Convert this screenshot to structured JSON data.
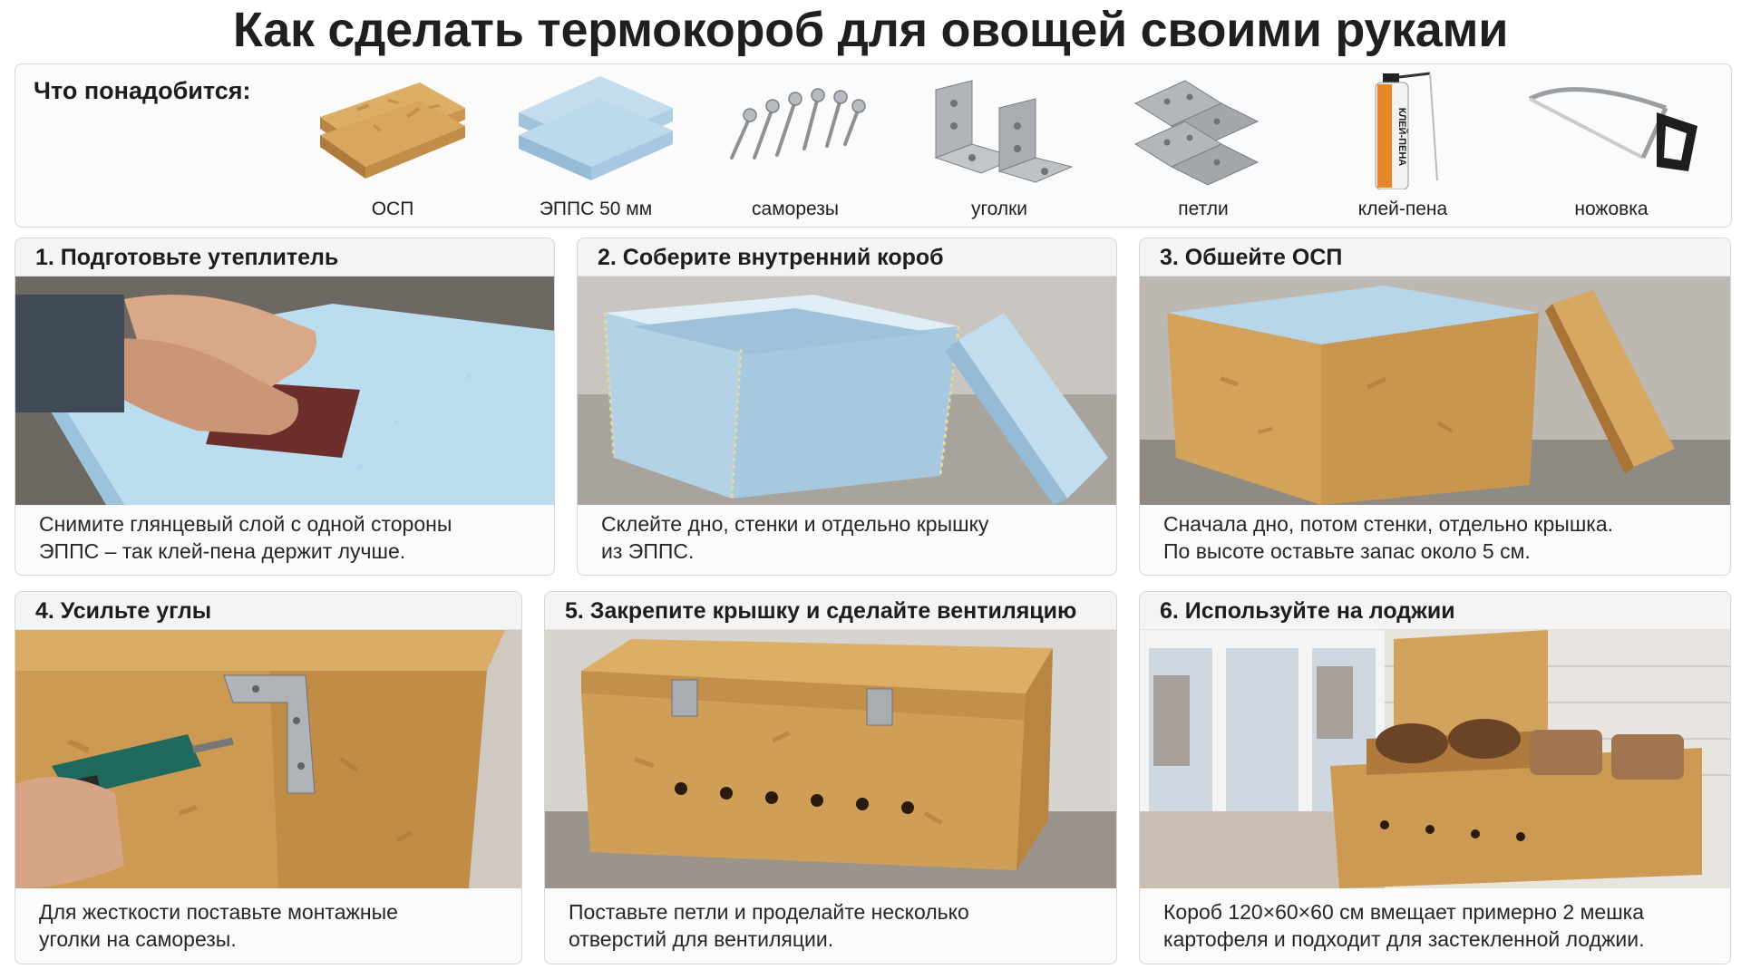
{
  "title": "Как сделать термокороб для овощей своими руками",
  "materials": {
    "heading": "Что понадобится:",
    "items": [
      {
        "label": "ОСП",
        "icon": "osb-boards-icon"
      },
      {
        "label": "ЭППС 50 мм",
        "icon": "xps-foam-icon"
      },
      {
        "label": "саморезы",
        "icon": "screws-icon"
      },
      {
        "label": "уголки",
        "icon": "corner-brackets-icon"
      },
      {
        "label": "петли",
        "icon": "hinges-icon"
      },
      {
        "label": "клей-пена",
        "icon": "foam-glue-can-icon",
        "can_text": "КЛЕЙ-ПЕНА"
      },
      {
        "label": "ножовка",
        "icon": "hacksaw-icon"
      }
    ]
  },
  "steps": [
    {
      "title": "1. Подготовьте утеплитель",
      "lines": [
        "Снимите глянцевый слой с одной стороны",
        "ЭППС – так клей-пена держит лучше."
      ]
    },
    {
      "title": "2. Соберите внутренний короб",
      "lines": [
        "Склейте дно, стенки и отдельно крышку",
        "из ЭППС."
      ]
    },
    {
      "title": "3. Обшейте ОСП",
      "lines": [
        "Сначала дно, потом стенки, отдельно крышка.",
        "По высоте оставьте запас около 5 см."
      ]
    },
    {
      "title": "4. Усильте углы",
      "lines": [
        "Для жесткости поставьте монтажные",
        "уголки на саморезы."
      ]
    },
    {
      "title": "5. Закрепите крышку и сделайте вентиляцию",
      "lines": [
        "Поставьте петли и проделайте несколько",
        "отверстий для вентиляции."
      ]
    },
    {
      "title": "6. Используйте на лоджии",
      "lines": [
        "Короб 120×60×60 см вмещает примерно 2 мешка",
        "картофеля и подходит для застекленной лоджии."
      ]
    }
  ],
  "colors": {
    "osb": "#d9a95f",
    "osb_dark": "#b98543",
    "foam": "#b9d7ea",
    "metal": "#a9acb0",
    "panel_border": "#d6d6d6"
  }
}
